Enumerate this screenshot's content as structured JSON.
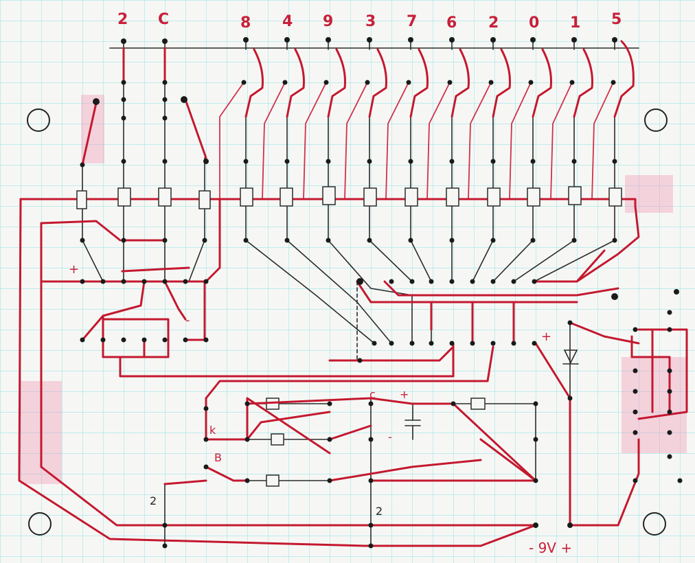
{
  "board": {
    "top_digit_labels": [
      "2",
      "C",
      "8",
      "4",
      "9",
      "3",
      "7",
      "6",
      "2",
      "0",
      "1",
      "5"
    ],
    "net_labels": {
      "plus_left": "+",
      "minus_left": "-",
      "plus_right": "+",
      "cap_plus": "+",
      "cap_minus": "-",
      "label_c": "c",
      "label_k": "k",
      "label_b": "B",
      "jumper_left": "2",
      "jumper_right": "2",
      "power": "- 9V +"
    }
  },
  "colors": {
    "paper": "#f6f7f4",
    "grid": "#9fe3ea",
    "trace": "#c4182f",
    "ink": "#2a2a2a",
    "tape": "#f08db0"
  }
}
